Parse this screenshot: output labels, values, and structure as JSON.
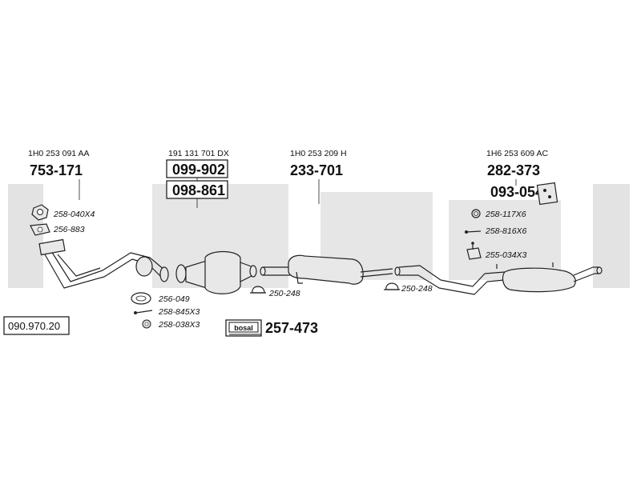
{
  "diagram": {
    "watermark": {
      "text": "bosal",
      "color": "#e3e3e3"
    },
    "reference_number": "090.970.20",
    "components": {
      "front_pipe": {
        "oem": "1H0 253 091 AA",
        "part_number": "753-171"
      },
      "catalyst": {
        "oem": "191 131 701 DX",
        "part_numbers": [
          "099-902",
          "098-861"
        ]
      },
      "center_silencer": {
        "oem": "1H0 253 209 H",
        "part_number": "233-701"
      },
      "rear_silencer": {
        "oem": "1H6 253 609 AC",
        "part_number": "282-373",
        "kit_number": "093-054"
      }
    },
    "accessories": {
      "nut": "258-040X4",
      "gasket_flange": "256-883",
      "gasket_ring": "256-049",
      "bolt_front": "258-845X3",
      "spring": "258-038X3",
      "clamp_1": "250-248",
      "clamp_2": "250-248",
      "rubber_ring": "258-117X6",
      "bolt_rear": "258-816X6",
      "bracket": "255-034X3"
    },
    "brand_box": {
      "logo_text": "bosal",
      "part_number": "257-473"
    }
  }
}
